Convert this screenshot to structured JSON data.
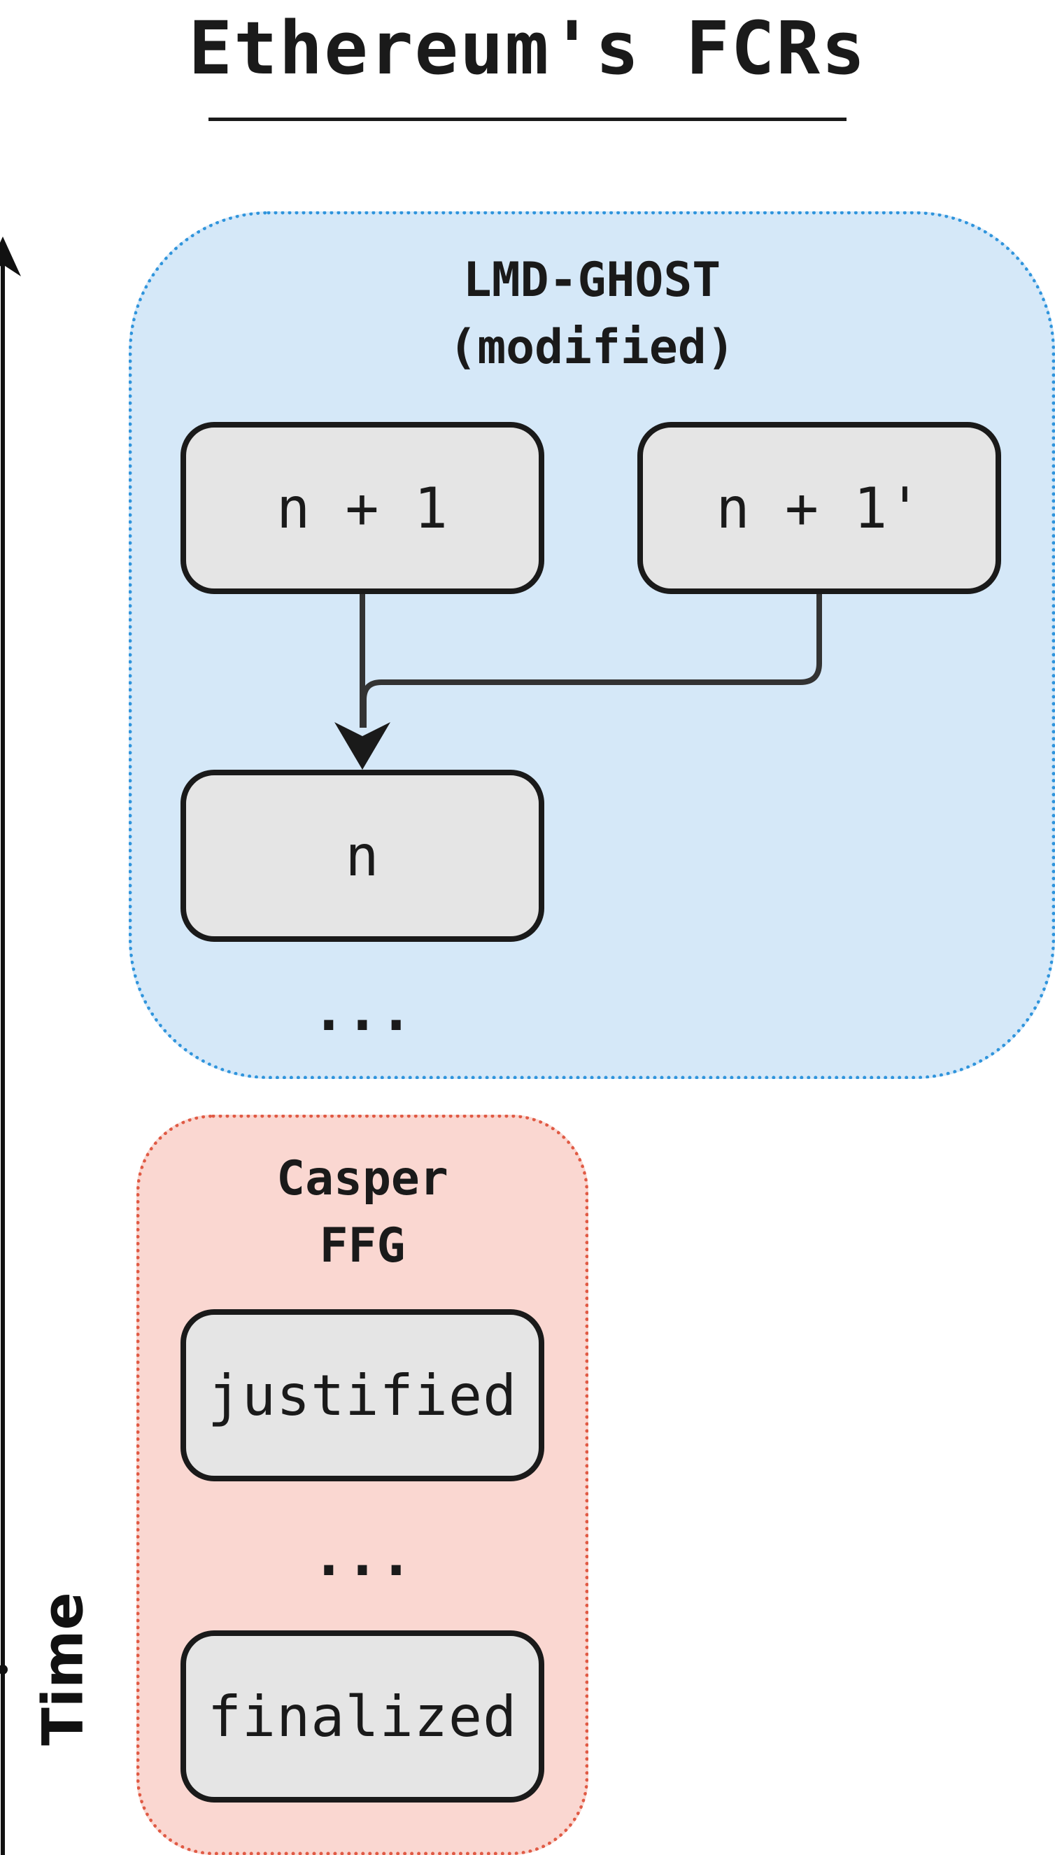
{
  "title": "Ethereum's FCRs",
  "axis": {
    "label": "Time"
  },
  "groups": {
    "ghost": {
      "label_line1": "LMD-GHOST",
      "label_line2": "(modified)",
      "nodes": {
        "n_plus_1": "n + 1",
        "n_plus_1_prime": "n + 1'",
        "n": "n"
      },
      "ellipsis": "..."
    },
    "casper": {
      "label_line1": "Casper",
      "label_line2": "FFG",
      "nodes": {
        "justified": "justified",
        "finalized": "finalized"
      },
      "ellipsis": "..."
    }
  },
  "colors": {
    "ghost_fill": "#d5e8f8",
    "ghost_border": "#2f94dc",
    "casper_fill": "#fad7d1",
    "casper_border": "#e05a44",
    "node_fill": "#e5e5e5",
    "stroke": "#1a1a1a"
  }
}
